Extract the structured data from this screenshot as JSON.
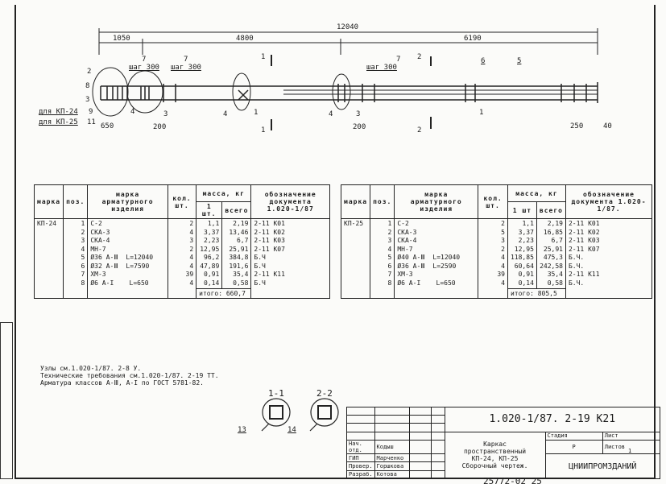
{
  "drawing": {
    "dimensions": {
      "total": "12040",
      "d1": "1050",
      "d2": "4800",
      "d3": "6190",
      "d650": "650",
      "d200a": "200",
      "d200b": "200",
      "d250": "250",
      "d40": "40"
    },
    "callouts": {
      "step1": "7",
      "step1_label": "шаг 300",
      "step2": "7",
      "step2_label": "шаг 300",
      "step3": "7",
      "step3_label": "шаг 300",
      "p2": "2",
      "p8": "8",
      "p3a": "3",
      "p9": "9",
      "p11": "11",
      "for_kp24": "для КП-24",
      "for_kp25": "для КП-25",
      "p4a": "4",
      "p3b": "3",
      "p4b": "4",
      "p1a": "1",
      "p4c": "4",
      "p3c": "3",
      "p1b": "1",
      "p6": "6",
      "p5": "5"
    },
    "sections": {
      "s1": "1",
      "s2": "2"
    }
  },
  "tables": [
    {
      "headers": {
        "mark": "марка",
        "pos": "поз.",
        "item": "марка арматурного изделия",
        "qty": "кол. шт.",
        "mass": "масса, кг",
        "mass_one": "1 шт.",
        "mass_all": "всего",
        "doc": "обозначение документа 1.020-1/87"
      },
      "mark": "КП-24",
      "rows": [
        {
          "pos": "1",
          "item": "С-2",
          "qty": "2",
          "one": "1,1",
          "all": "2,19",
          "doc": "2-11 К01"
        },
        {
          "pos": "2",
          "item": "СКА-3",
          "qty": "4",
          "one": "3,37",
          "all": "13,46",
          "doc": "2-11 К02"
        },
        {
          "pos": "3",
          "item": "СКА-4",
          "qty": "3",
          "one": "2,23",
          "all": "6,7",
          "doc": "2-11 К03"
        },
        {
          "pos": "4",
          "item": "МН-7",
          "qty": "2",
          "one": "12,95",
          "all": "25,91",
          "doc": "2-11 К07"
        },
        {
          "pos": "5",
          "item": "Ø36 А-Ⅲ  L=12040",
          "qty": "4",
          "one": "96,2",
          "all": "384,8",
          "doc": "Б.Ч"
        },
        {
          "pos": "6",
          "item": "Ø32 А-Ⅲ  L=7590",
          "qty": "4",
          "one": "47,89",
          "all": "191,6",
          "doc": "Б.Ч"
        },
        {
          "pos": "7",
          "item": "ХМ-3",
          "qty": "39",
          "one": "0,91",
          "all": "35,4",
          "doc": "2-11 К11"
        },
        {
          "pos": "8",
          "item": "Ø6 А-I    L=650",
          "qty": "4",
          "one": "0,14",
          "all": "0,58",
          "doc": "Б.Ч"
        }
      ],
      "total": "итого: 660,7"
    },
    {
      "headers": {
        "mark": "марка",
        "pos": "поз.",
        "item": "марка арматурного изделия",
        "qty": "кол. шт.",
        "mass": "масса, кг",
        "mass_one": "1 шт",
        "mass_all": "всего",
        "doc": "обозначение документа 1.020-1/87."
      },
      "mark": "КП-25",
      "rows": [
        {
          "pos": "1",
          "item": "С-2",
          "qty": "2",
          "one": "1,1",
          "all": "2,19",
          "doc": "2-11 К01"
        },
        {
          "pos": "2",
          "item": "СКА-3",
          "qty": "5",
          "one": "3,37",
          "all": "16,85",
          "doc": "2-11 К02"
        },
        {
          "pos": "3",
          "item": "СКА-4",
          "qty": "3",
          "one": "2,23",
          "all": "6,7",
          "doc": "2-11 К03"
        },
        {
          "pos": "4",
          "item": "МН-7",
          "qty": "2",
          "one": "12,95",
          "all": "25,91",
          "doc": "2-11 К07"
        },
        {
          "pos": "5",
          "item": "Ø40 А-Ⅲ  L=12040",
          "qty": "4",
          "one": "118,85",
          "all": "475,3",
          "doc": "Б.Ч."
        },
        {
          "pos": "6",
          "item": "Ø36 А-Ⅲ  L=2590",
          "qty": "4",
          "one": "60,64",
          "all": "242,58",
          "doc": "Б.Ч."
        },
        {
          "pos": "7",
          "item": "ХМ-3",
          "qty": "39",
          "one": "0,91",
          "all": "35,4",
          "doc": "2-11 К11"
        },
        {
          "pos": "8",
          "item": "Ø6 А-I    L=650",
          "qty": "4",
          "one": "0,14",
          "all": "0,58",
          "doc": "Б.Ч."
        }
      ],
      "total": "итого: 805,5"
    }
  ],
  "notes": [
    "Узлы см.1.020-1/87. 2-8 У.",
    "Технические требования см.1.020-1/87. 2-19 ТТ.",
    "Арматура классов А-Ⅲ, А-I по ГОСТ 5781-82."
  ],
  "section_views": [
    {
      "title": "1-1",
      "callout": "13"
    },
    {
      "title": "2-2",
      "callout": "14"
    }
  ],
  "title_block": {
    "code": "1.020-1/87. 2-19  К21",
    "title": [
      "Каркас",
      "пространственный",
      "КП-24, КП-25",
      "Сборочный чертеж."
    ],
    "stage_label": "Стадия",
    "sheet_label": "Лист",
    "sheets_label": "Листов",
    "stage": "Р",
    "sheet": "",
    "sheets": "1",
    "org": "ЦНИИПРОМЗДАНИЙ",
    "people": [
      {
        "role": "Нач. отд.",
        "name": "Кодыш"
      },
      {
        "role": "ГИП",
        "name": "Марченко"
      },
      {
        "role": "Провер.",
        "name": "Горшкова"
      },
      {
        "role": "Разраб.",
        "name": "Котова"
      }
    ],
    "archive": "25772-02   25"
  }
}
